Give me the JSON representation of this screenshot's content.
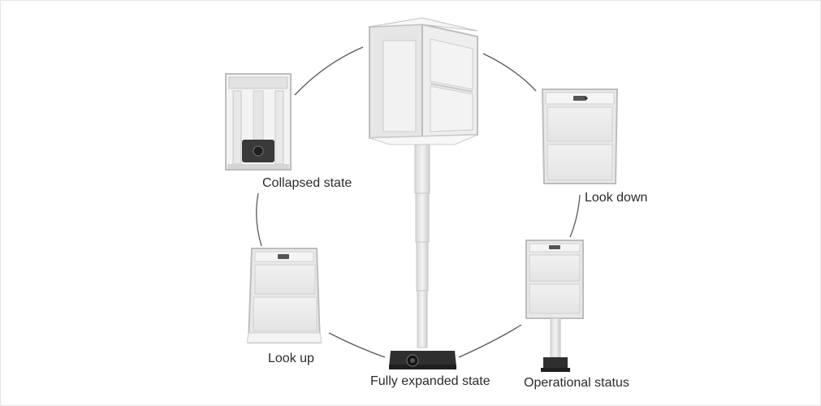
{
  "labels": {
    "collapsed": "Collapsed state",
    "look_down": "Look down",
    "look_up": "Look up",
    "fully_expanded": "Fully expanded state",
    "operational": "Operational status"
  },
  "colors": {
    "arc": "#5a5a5a",
    "panel_frame": "#c9c9c9",
    "panel_face": "#ececec",
    "base": "#2f2f2f",
    "text": "#2b2b2b"
  },
  "icons": {
    "collapsed": "collapsed-device-icon",
    "look_down": "look-down-device-icon",
    "look_up": "look-up-device-icon",
    "fully_expanded": "fully-expanded-device-icon",
    "operational": "operational-device-icon"
  }
}
